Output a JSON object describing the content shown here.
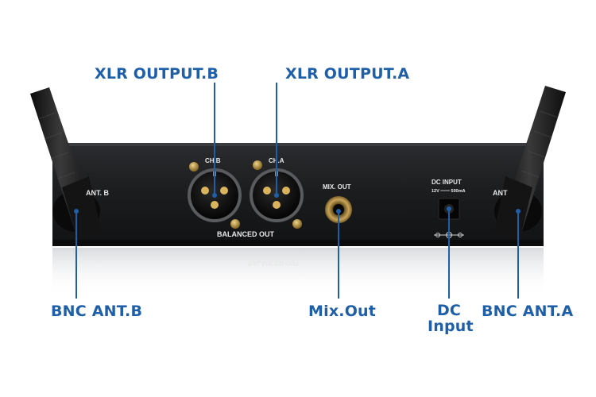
{
  "callouts": {
    "xlr_output_b": "XLR OUTPUT.B",
    "xlr_output_a": "XLR OUTPUT.A",
    "bnc_ant_b": "BNC ANT.B",
    "mix_out": "Mix.Out",
    "dc_input_line1": "DC",
    "dc_input_line2": "Input",
    "bnc_ant_a": "BNC ANT.A"
  },
  "panel": {
    "ch_b": "CH.B",
    "ch_a": "CH.A",
    "balanced_out": "BALANCED OUT",
    "mix_out": "MIX. OUT",
    "dc_input": "DC INPUT",
    "dc_rating": "12V ═══ 500mA",
    "ant_b": "ANT. B",
    "ant_a": "ANT"
  },
  "colors": {
    "callout_text": "#1f5fa8",
    "callout_line": "#1f5fa8",
    "panel_body": "#1c1c1e",
    "background": "#ffffff"
  }
}
